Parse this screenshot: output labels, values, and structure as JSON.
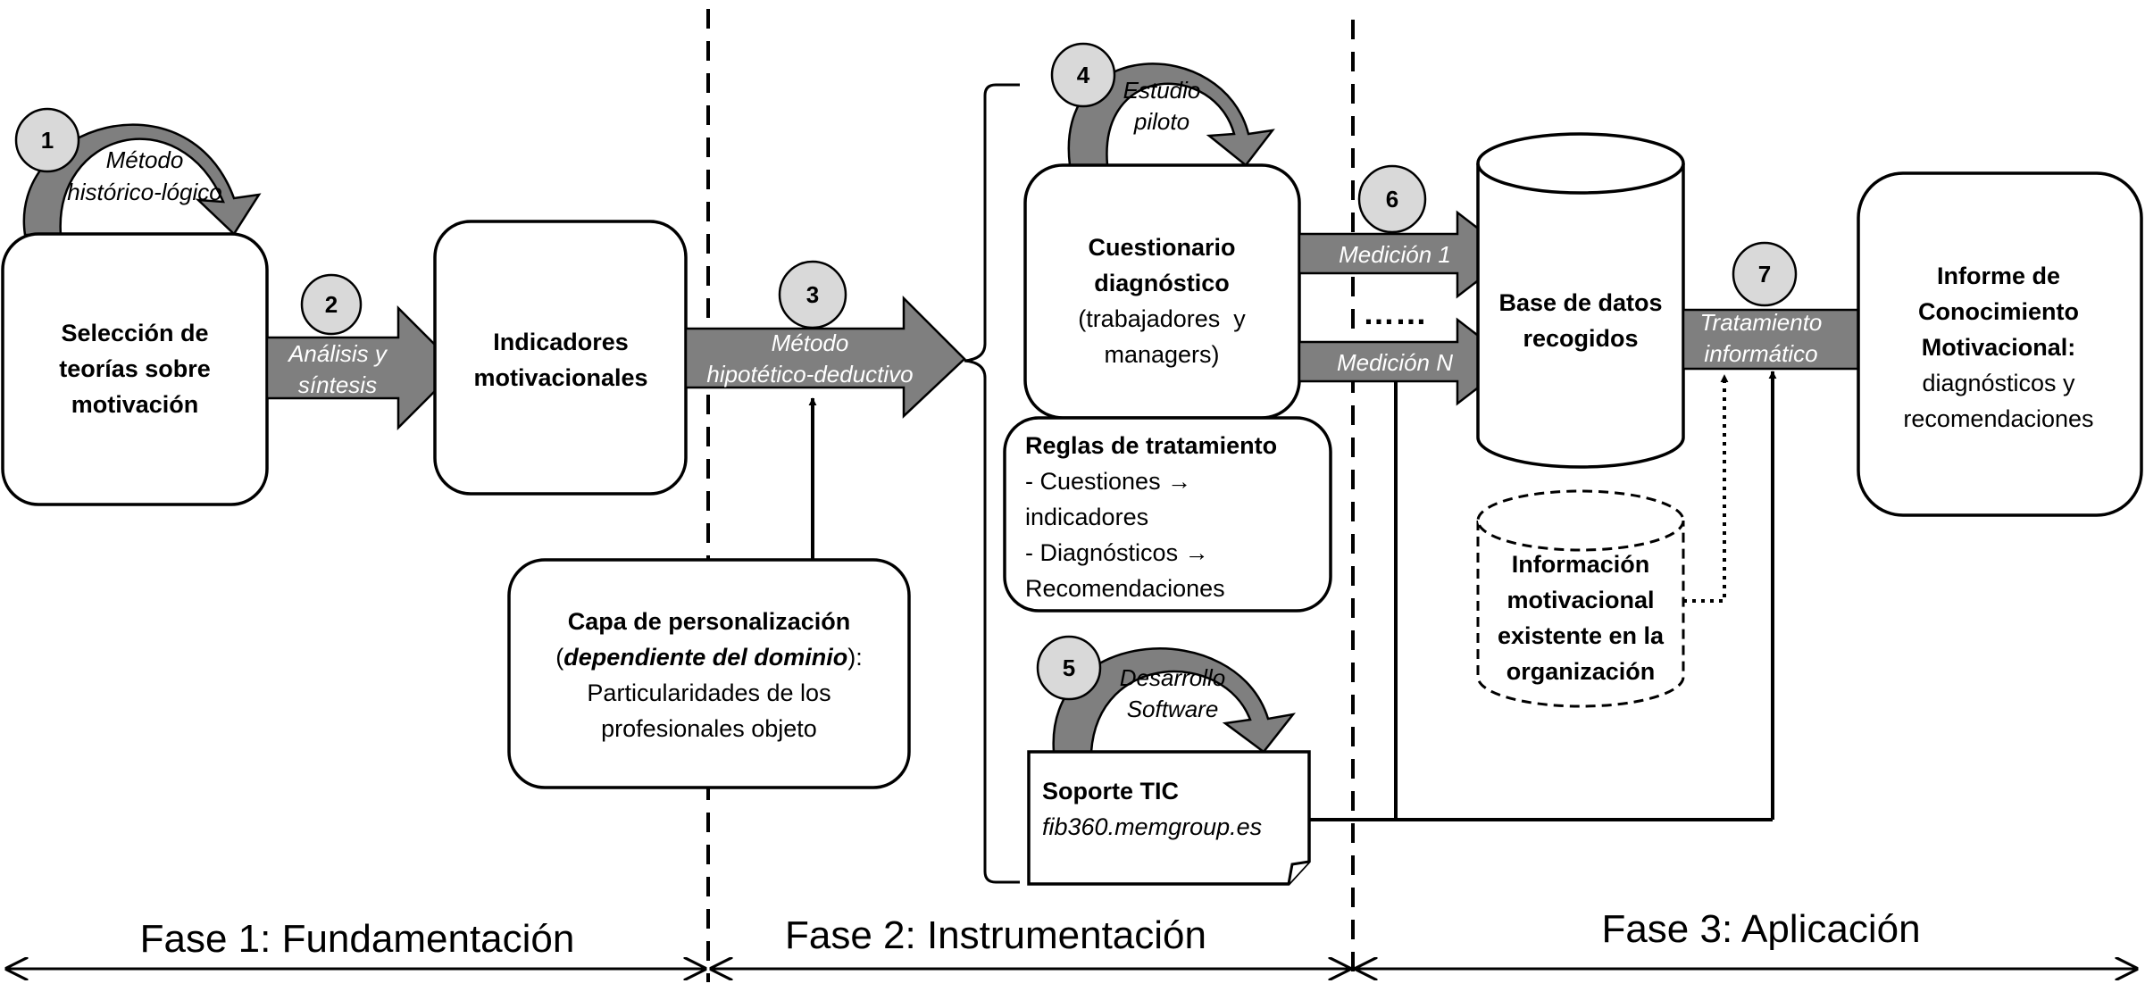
{
  "phases": [
    {
      "label": "Fase 1: Fundamentación"
    },
    {
      "label": "Fase 2: Instrumentación"
    },
    {
      "label": "Fase 3: Aplicación"
    }
  ],
  "steps": [
    {
      "number": "1",
      "label_lines": [
        "Método",
        "histórico-lógico"
      ]
    },
    {
      "number": "2",
      "label_lines": [
        "Análisis y",
        "síntesis"
      ]
    },
    {
      "number": "3",
      "label_lines": [
        "Método",
        "hipotético-deductivo"
      ]
    },
    {
      "number": "4",
      "label_lines": [
        "Estudio",
        "piloto"
      ]
    },
    {
      "number": "5",
      "label_lines": [
        "Desarrollo",
        "Software"
      ]
    },
    {
      "number": "6",
      "label_lines": [
        "Medición 1",
        "Medición N"
      ],
      "ellipsis": "……"
    },
    {
      "number": "7",
      "label_lines": [
        "Tratamiento",
        "informático"
      ]
    }
  ],
  "boxes": {
    "seleccion": {
      "lines": [
        "Selección de",
        "teorías sobre",
        "motivación"
      ]
    },
    "indicadores": {
      "lines": [
        "Indicadores",
        "motivacionales"
      ]
    },
    "capa": {
      "line1_bold": "Capa de personalización",
      "line2_open": "(",
      "line2_bold_italic": "dependiente del dominio",
      "line2_close": "):",
      "line3": "Particularidades de los",
      "line4": "profesionales objeto"
    },
    "cuestionario": {
      "bold_lines": [
        "Cuestionario",
        "diagnóstico"
      ],
      "normal_lines": [
        "(trabajadores  y",
        "managers)"
      ]
    },
    "reglas": {
      "title": "Reglas de tratamiento",
      "lines": [
        "- Cuestiones →",
        "indicadores",
        "- Diagnósticos →",
        "Recomendaciones"
      ]
    },
    "soporte": {
      "title": "Soporte TIC",
      "url": "fib360.memgroup.es"
    },
    "base_datos": {
      "lines": [
        "Base de datos",
        "recogidos"
      ]
    },
    "info_existente": {
      "lines": [
        "Información",
        "motivacional",
        "existente en la",
        "organización"
      ]
    },
    "informe": {
      "bold_lines": [
        "Informe de",
        "Conocimiento",
        "Motivacional:"
      ],
      "normal_lines": [
        "diagnósticos y",
        "recomendaciones"
      ]
    }
  }
}
